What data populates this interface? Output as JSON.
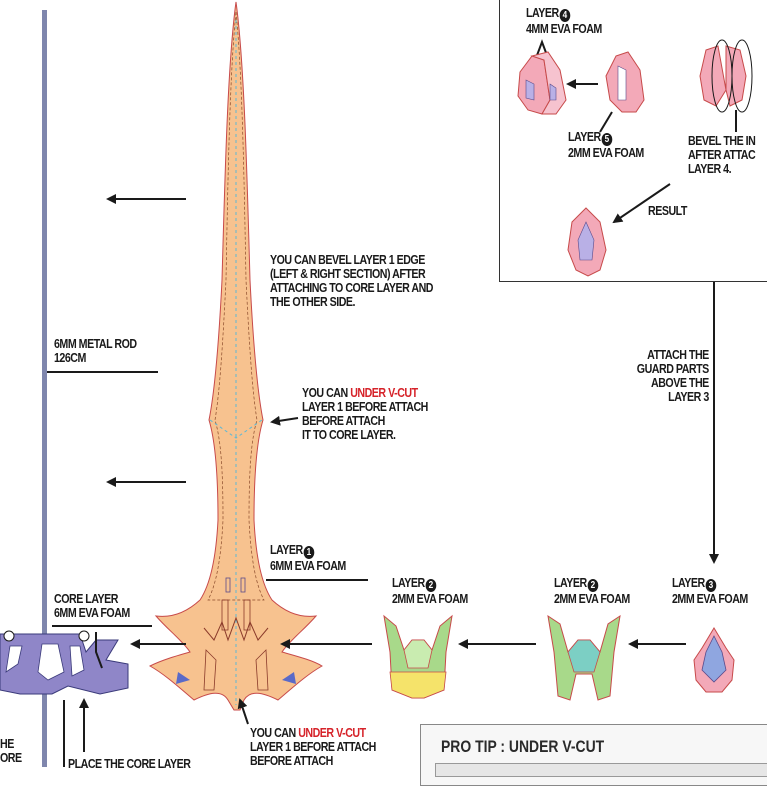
{
  "labels": {
    "metal_rod": "6MM METAL ROD\n126CM",
    "bevel_note": "YOU CAN BEVEL LAYER 1 EDGE\n(LEFT & RIGHT SECTION) AFTER\nATTACHING TO CORE LAYER AND\nTHE OTHER SIDE.",
    "vcut_note_prefix": "YOU CAN ",
    "vcut_note_highlight": "UNDER V-CUT",
    "vcut_note_rest": "LAYER 1 BEFORE ATTACH\nBEFORE ATTACH\nIT TO CORE LAYER.",
    "layer1_title": "LAYER",
    "layer1_num": "1",
    "layer1_material": "6MM EVA FOAM",
    "core_layer": "CORE LAYER\n6MM EVA FOAM",
    "layer2a_title": "LAYER",
    "layer2a_num": "2",
    "layer2a_material": "2MM EVA FOAM",
    "layer2b_title": "LAYER",
    "layer2b_num": "2",
    "layer2b_material": "2MM EVA FOAM",
    "layer3_title": "LAYER",
    "layer3_num": "3",
    "layer3_material": "2MM EVA FOAM",
    "attach_guard": "ATTACH THE\nGUARD PARTS\nABOVE THE\nLAYER 3",
    "layer4_title": "LAYER",
    "layer4_num": "4",
    "layer4_material": "4MM EVA FOAM",
    "layer5_title": "LAYER",
    "layer5_num": "5",
    "layer5_material": "2MM EVA FOAM",
    "bevel_inner": "BEVEL THE IN\nAFTER ATTAC\nLAYER 4.",
    "result": "RESULT",
    "vcut_bottom_prefix": "YOU CAN ",
    "vcut_bottom_highlight": "UNDER V-CUT",
    "vcut_bottom_rest": "LAYER 1 BEFORE ATTACH\nBEFORE ATTACH",
    "place_core": "PLACE THE CORE LAYER",
    "left_cut": "HE\nORE",
    "protip": "PRO TIP : UNDER V-CUT"
  },
  "colors": {
    "layer1_fill": "#f7c28f",
    "core_fill": "#8f86c8",
    "layer2a_fill": "#a8d98a",
    "layer2b_fill": "#7ccfc4",
    "accent_red": "#d6232a",
    "guard_pink": "#f3a9b8"
  }
}
